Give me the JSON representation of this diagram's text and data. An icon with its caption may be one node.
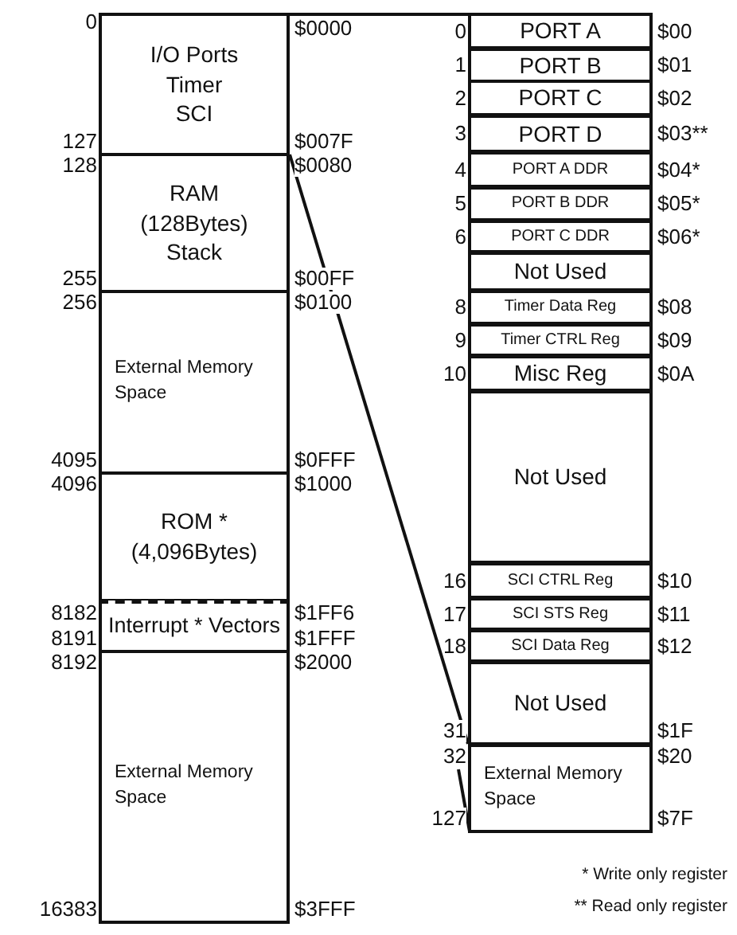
{
  "diagram": {
    "nodes": [
      {
        "text": [
          "I/O Ports",
          "Timer",
          "SCI"
        ],
        "beside": [
          "0",
          "$0000",
          "127",
          "$007F"
        ]
      },
      {
        "text": [
          "RAM",
          "(128Bytes)",
          "Stack"
        ],
        "beside": [
          "128",
          "$0080",
          "255",
          "$00FF"
        ]
      },
      {
        "text": [
          "External Memory Space"
        ],
        "beside": [
          "256",
          "$0100",
          "4095",
          "$0FFF"
        ]
      },
      {
        "text": [
          "ROM *",
          "(4,096Bytes)"
        ],
        "beside": [
          "4096",
          "$1000"
        ]
      },
      {
        "text": [
          "Interrupt * Vectors"
        ],
        "beside": [
          "8182",
          "$1FF6",
          "8191",
          "$1FFF"
        ]
      },
      {
        "text": [
          "External Memory Space"
        ],
        "beside": [
          "8192",
          "$2000",
          "16383",
          "$3FFF"
        ]
      },
      {
        "text": [
          "PORT A"
        ],
        "beside": [
          "0",
          "$00"
        ]
      },
      {
        "text": [
          "PORT B"
        ],
        "beside": [
          "1",
          "$01"
        ]
      },
      {
        "text": [
          "PORT C"
        ],
        "beside": [
          "2",
          "$02"
        ]
      },
      {
        "text": [
          "PORT D"
        ],
        "beside": [
          "3",
          "$03**"
        ]
      },
      {
        "text": [
          "PORT A DDR"
        ],
        "beside": [
          "4",
          "$04*"
        ]
      },
      {
        "text": [
          "PORT B DDR"
        ],
        "beside": [
          "5",
          "$05*"
        ]
      },
      {
        "text": [
          "PORT C DDR"
        ],
        "beside": [
          "6",
          "$06*"
        ]
      },
      {
        "text": [
          "Not Used"
        ]
      },
      {
        "text": [
          "Timer Data Reg"
        ],
        "beside": [
          "8",
          "$08"
        ]
      },
      {
        "text": [
          "Timer CTRL Reg"
        ],
        "beside": [
          "9",
          "$09"
        ]
      },
      {
        "text": [
          "Misc Reg"
        ],
        "beside": [
          "10",
          "$0A"
        ]
      },
      {
        "text": [
          "Not Used"
        ]
      },
      {
        "text": [
          "SCI CTRL Reg"
        ],
        "beside": [
          "16",
          "$10"
        ]
      },
      {
        "text": [
          "SCI STS Reg"
        ],
        "beside": [
          "17",
          "$11"
        ]
      },
      {
        "text": [
          "SCI Data Reg"
        ],
        "beside": [
          "18",
          "$12"
        ]
      },
      {
        "text": [
          "Not Used"
        ],
        "beside": [
          "31",
          "$1F"
        ]
      },
      {
        "text": [
          "External Memory Space"
        ],
        "beside": [
          "32",
          "$20",
          "127",
          "$7F"
        ]
      }
    ],
    "edges": [
      {
        "from": 0,
        "to": 6,
        "arrow": "none"
      },
      {
        "from": 1,
        "to": 21,
        "arrow": "none"
      }
    ],
    "labels": [
      "* Write only register",
      "** Read only register"
    ]
  }
}
